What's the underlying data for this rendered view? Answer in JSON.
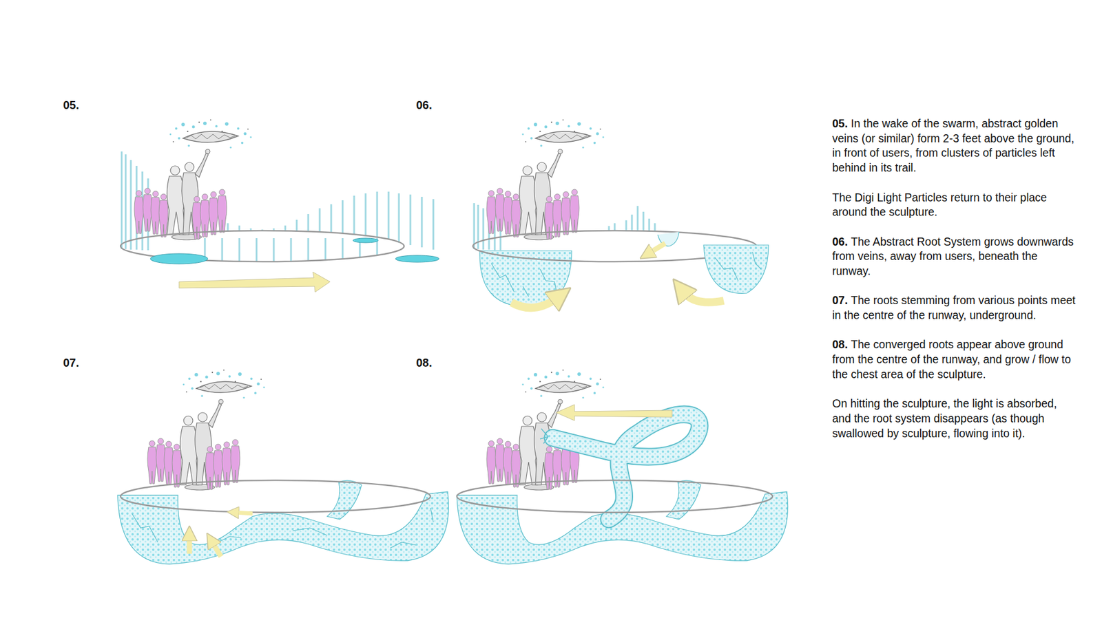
{
  "diagram": {
    "labels": [
      "05.",
      "06.",
      "07.",
      "08.",
      "05.",
      "In the wake of the swarm, abstract golden veins (or similar) form 2-3 feet above the ground, in front of users, from clusters of particles left behind in its trail.",
      "The Digi Light Particles return to their place around the sculpture.",
      "06.",
      "The Abstract Root System grows downwards from veins, away from users, beneath the runway.",
      "07.",
      "The roots stemming from various points meet in the centre of the runway, underground.",
      "08.",
      "The converged roots appear above ground from the centre of the runway, and grow / flow to the chest area of the sculpture.",
      "On hitting the sculpture, the light is absorbed, and the root system disappears (as though swallowed by sculpture, flowing into it)."
    ]
  }
}
